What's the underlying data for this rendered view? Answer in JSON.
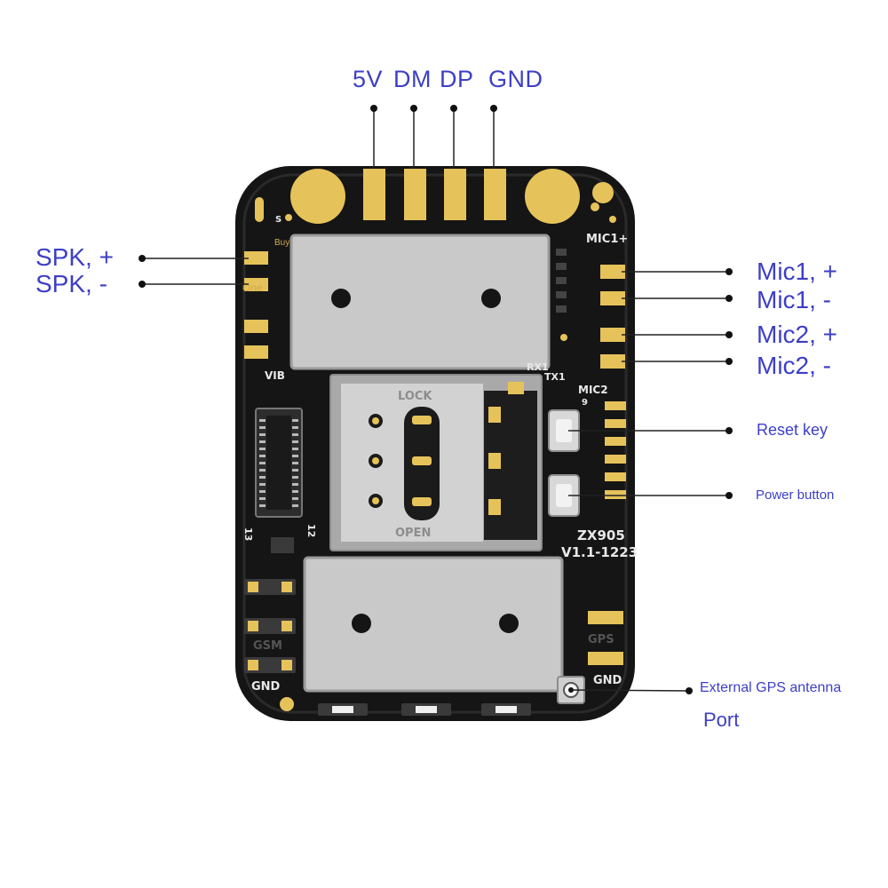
{
  "top_pins": [
    "5V",
    "DM",
    "DP",
    "GND"
  ],
  "left_labels": [
    "SPK, +",
    "SPK, -"
  ],
  "right_labels": [
    "Mic1, +",
    "Mic1, -",
    "Mic2, +",
    "Mic2, -"
  ],
  "reset_label": "Reset key",
  "power_label": "Power button",
  "gps_label": "External GPS antenna",
  "port_label": "Port",
  "board": {
    "silk_mic1": "MIC1+",
    "silk_mic2": "MIC2",
    "silk_vib": "VIB",
    "silk_rx": "RX1",
    "silk_tx": "TX1",
    "silk_model": "ZX905",
    "silk_version": "V1.1-1223",
    "silk_gsm": "GSM",
    "silk_gnd_left": "GND",
    "silk_gnd_right": "GND",
    "silk_gps": "GPS",
    "silk_lock": "LOCK",
    "silk_open": "OPEN",
    "silk_13": "13",
    "silk_12": "12",
    "silk_9": "9",
    "silk_s": "S",
    "silk_buy": "Buy",
    "silk_one": "One"
  },
  "colors": {
    "label": "#3d3fc7",
    "board": "#151515",
    "pad": "#e6c25a",
    "shield": "#c9c9c9"
  }
}
